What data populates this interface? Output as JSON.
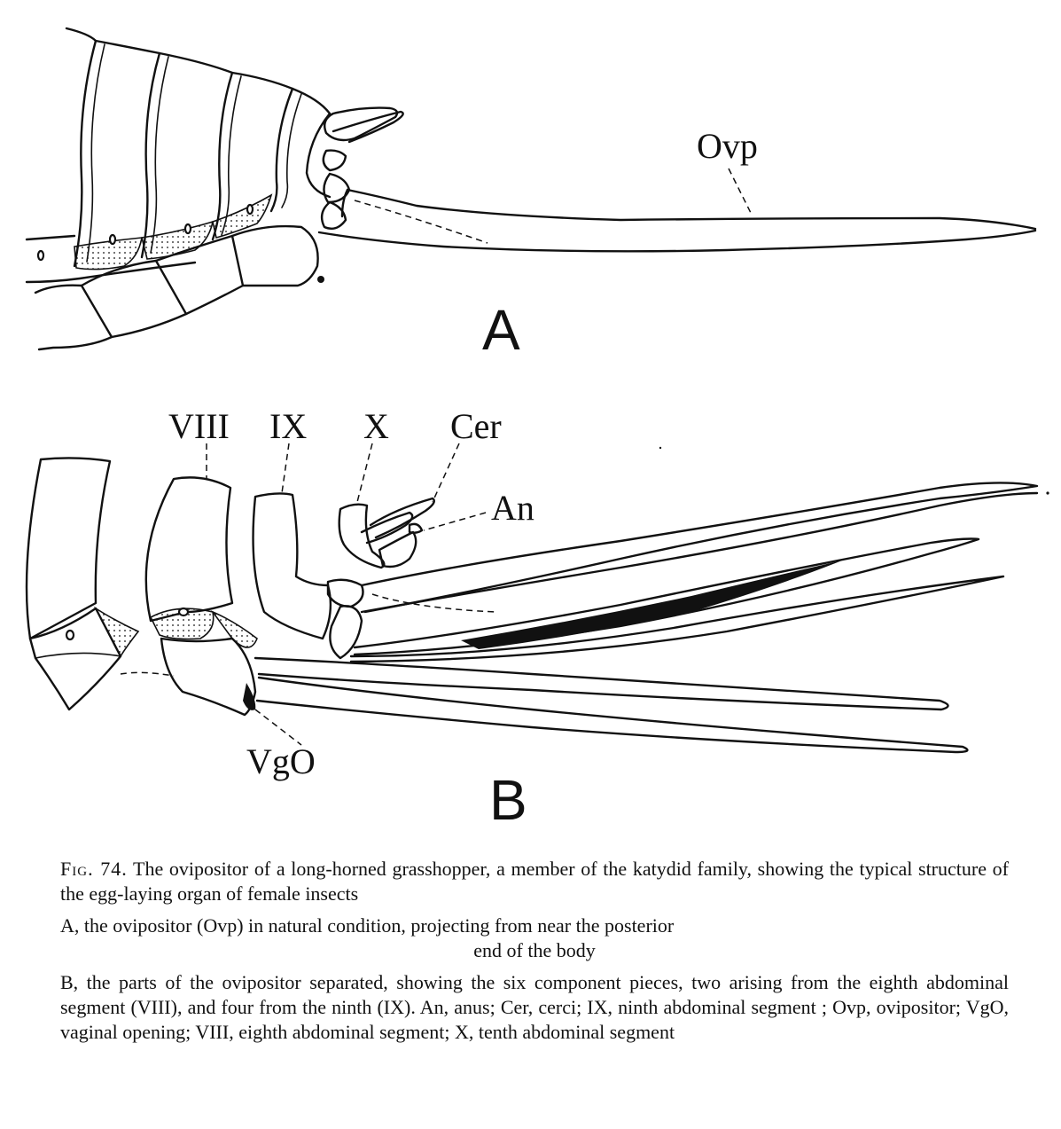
{
  "figure": {
    "panel_a": {
      "letter": "A",
      "labels": {
        "ovp": "Ovp"
      }
    },
    "panel_b": {
      "letter": "B",
      "labels": {
        "viii": "VIII",
        "ix": "IX",
        "x": "X",
        "cer": "Cer",
        "an": "An",
        "vgo": "VgO"
      }
    }
  },
  "caption": {
    "fig_label": "Fig. 74.",
    "title": "The ovipositor of a long-horned grasshopper, a member of the katydid family, showing the typical structure of the egg-laying organ of female insects",
    "part_a_1": "A, the ovipositor (Ovp) in natural condition, projecting from near the posterior",
    "part_a_2": "end of the body",
    "part_b": "B, the parts of the ovipositor separated, showing the six component pieces, two arising from the eighth abdominal segment (VIII), and four from the ninth (IX).",
    "legend": "An, anus; Cer, cerci; IX, ninth abdominal segment ; Ovp, ovipositor; VgO, vaginal opening; VIII, eighth abdominal segment; X, tenth abdominal segment"
  }
}
